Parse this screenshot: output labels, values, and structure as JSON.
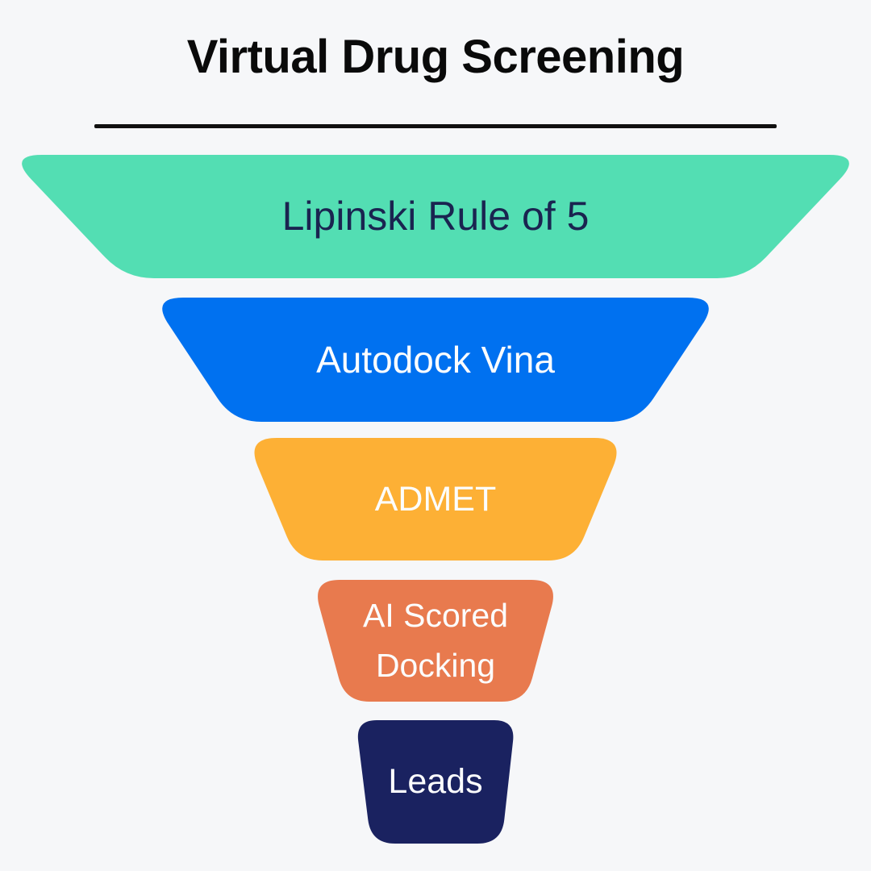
{
  "page": {
    "background": "#f6f7f9",
    "title": "Virtual Drug Screening",
    "title_color": "#0a0a0a",
    "divider_color": "#111111"
  },
  "funnel": {
    "segments": [
      {
        "label": "Lipinski Rule of 5",
        "color": "#53deb3",
        "text_color": "#1a2450"
      },
      {
        "label": "Autodock Vina",
        "color": "#0071f0",
        "text_color": "#fcfdfe"
      },
      {
        "label": "ADMET",
        "color": "#fdb035",
        "text_color": "#fcfdfe"
      },
      {
        "label": "AI Scored Docking",
        "color": "#e87a4e",
        "text_color": "#fcfdfe"
      },
      {
        "label": "Leads",
        "color": "#1a2260",
        "text_color": "#fcfdfe"
      }
    ]
  }
}
